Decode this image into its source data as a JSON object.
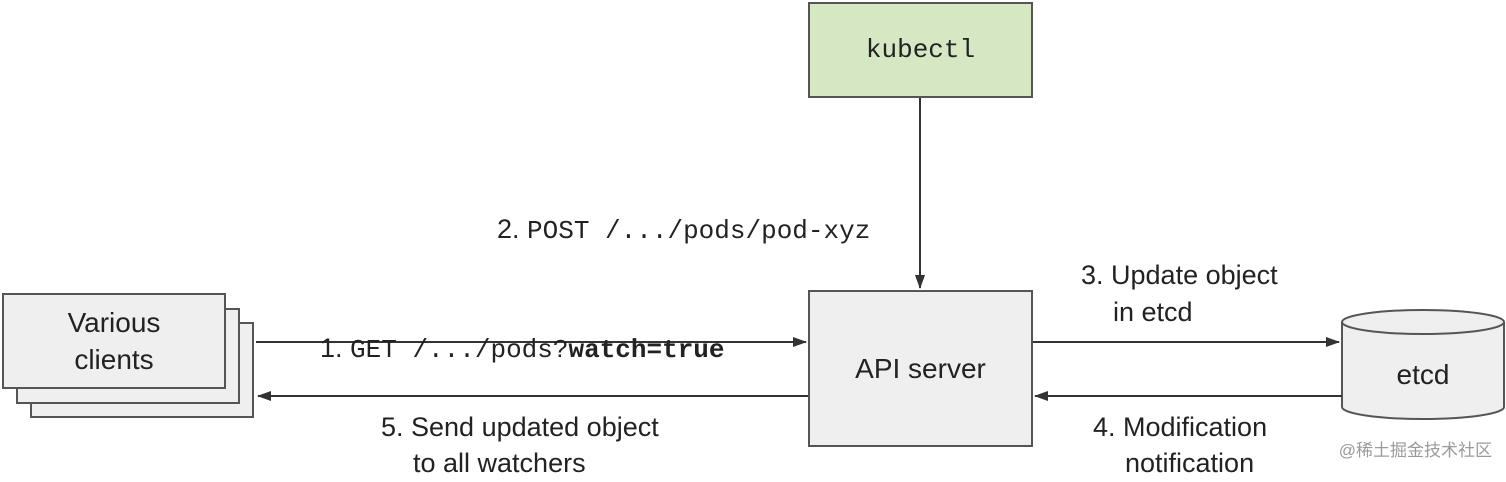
{
  "nodes": {
    "kubectl": "kubectl",
    "api_server": "API server",
    "etcd": "etcd",
    "clients": [
      "Various",
      "clients"
    ]
  },
  "steps": {
    "s1": {
      "num": "1. ",
      "code": "GET /.../pods?",
      "bold": "watch=true"
    },
    "s2": {
      "num": "2. ",
      "code": "POST /.../pods/pod-xyz"
    },
    "s3": [
      "3. Update object",
      "in etcd"
    ],
    "s4": [
      "4. Modification",
      "notification"
    ],
    "s5": [
      "5. Send updated object",
      "to all watchers"
    ]
  },
  "watermark": "@稀土掘金技术社区",
  "colors": {
    "box_fill": "#efefef",
    "kubectl_fill": "#d5e8c3",
    "stroke": "#555555"
  }
}
